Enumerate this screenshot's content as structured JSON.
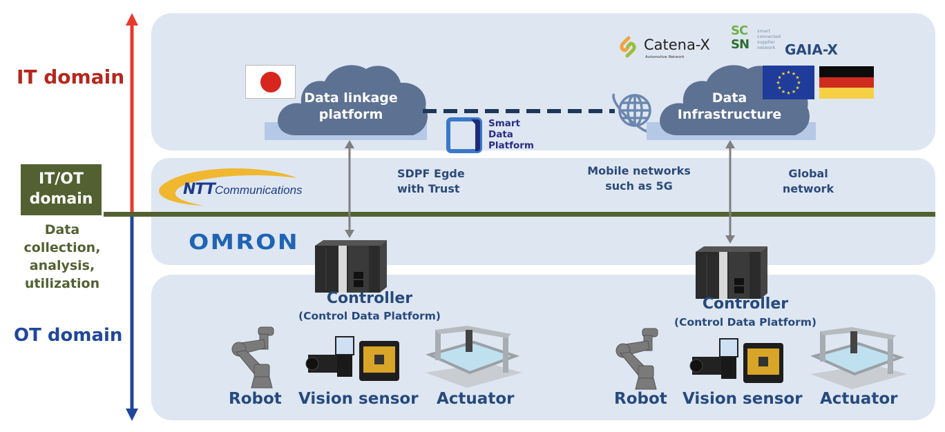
{
  "axis": {
    "it_domain": "IT domain",
    "itot_domain_line1": "IT/OT",
    "itot_domain_line2": "domain",
    "data_process_lines": [
      "Data",
      "collection,",
      "analysis,",
      "utilization"
    ],
    "ot_domain": "OT domain"
  },
  "colors": {
    "it_red": "#b5271e",
    "arrow_red": "#e6392b",
    "ot_blue": "#21479a",
    "olive": "#536132",
    "panel_bg": "#dee6f1",
    "cloud": "#5d7192",
    "navy_text": "#274a7e"
  },
  "it_layer": {
    "left_cloud": {
      "line1": "Data linkage",
      "line2": "platform"
    },
    "right_cloud": {
      "line1": "Data",
      "line2": "Infrastructure"
    },
    "sdp_logo": {
      "line1": "Smart",
      "line2": "Data",
      "line3": "Platform"
    },
    "catena_x": {
      "name": "Catena-X",
      "tagline": "Automotive Network"
    },
    "scsn": {
      "mark_top": "SC",
      "mark_bottom": "SN",
      "lines": [
        "smart",
        "connected",
        "supplier",
        "network"
      ]
    },
    "gaia_x": "GAIA-X",
    "flags": [
      "japan-flag",
      "eu-flag",
      "germany-flag"
    ],
    "globe_icon": "globe-icon"
  },
  "network_layer": {
    "ntt_logo": {
      "bold": "NTT",
      "rest": "Communications"
    },
    "labels": [
      {
        "line1": "SDPF Egde",
        "line2": "with Trust"
      },
      {
        "line1": "Mobile networks",
        "line2": "such as 5G"
      },
      {
        "line1": "Global",
        "line2": "network"
      }
    ]
  },
  "omron_layer": {
    "logo": "OMRON"
  },
  "ot_layer": {
    "sites": [
      {
        "controller_title": "Controller",
        "controller_sub": "(Control Data Platform)",
        "devices": [
          "Robot",
          "Vision sensor",
          "Actuator"
        ]
      },
      {
        "controller_title": "Controller",
        "controller_sub": "(Control Data Platform)",
        "devices": [
          "Robot",
          "Vision sensor",
          "Actuator"
        ]
      }
    ]
  }
}
